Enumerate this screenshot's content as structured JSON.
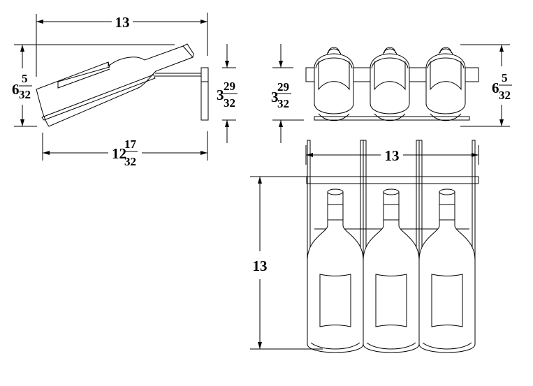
{
  "drawing": {
    "side_view": {
      "overall_length": "13",
      "height": {
        "whole": "6",
        "num": "5",
        "den": "32"
      },
      "bracket_height": {
        "whole": "3",
        "num": "29",
        "den": "32"
      },
      "depth": {
        "whole": "12",
        "num": "17",
        "den": "32"
      }
    },
    "top_view": {
      "bracket_height": {
        "whole": "3",
        "num": "29",
        "den": "32"
      },
      "height": {
        "whole": "6",
        "num": "5",
        "den": "32"
      },
      "width": "13"
    },
    "front_view": {
      "height": "13"
    }
  }
}
